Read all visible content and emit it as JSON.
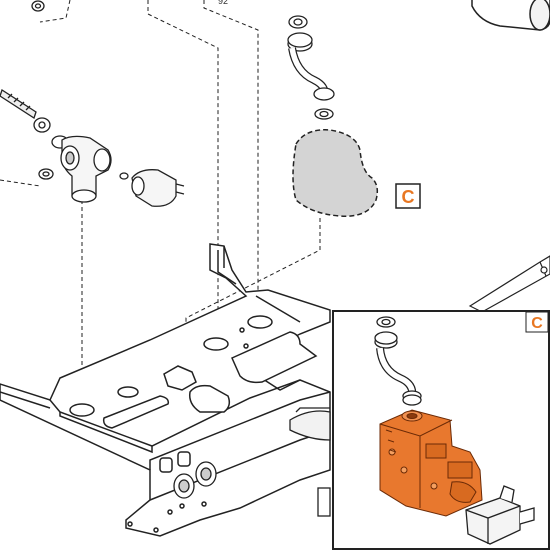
{
  "diagram": {
    "part_number_label": "92",
    "callout_letter": "C",
    "inset_callout_letter": "C",
    "colors": {
      "line": "#1a1a1a",
      "callout_orange": "#e87722",
      "highlight_part_orange": "#e8782e",
      "placeholder_fill": "#d4d4d4",
      "background": "#ffffff"
    },
    "inset_caption": ""
  }
}
